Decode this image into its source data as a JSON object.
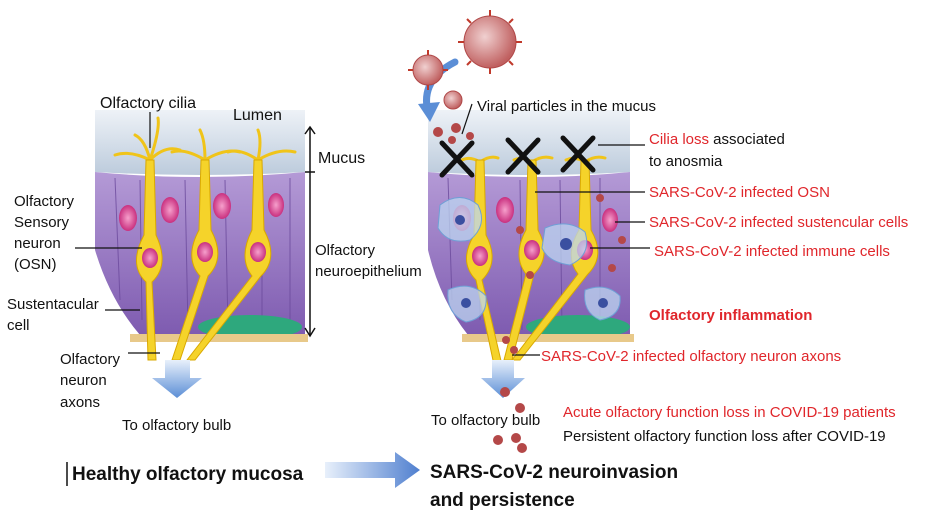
{
  "left": {
    "olfactory_cilia": "Olfactory cilia",
    "lumen": "Lumen",
    "mucus": "Mucus",
    "osn_l1": "Olfactory",
    "osn_l2": "Sensory",
    "osn_l3": "neuron",
    "osn_l4": "(OSN)",
    "neuroepi_l1": "Olfactory",
    "neuroepi_l2": "neuroepithelium",
    "sust_l1": "Sustentacular",
    "sust_l2": "cell",
    "axons_l1": "Olfactory",
    "axons_l2": "neuron",
    "axons_l3": "axons",
    "to_bulb": "To olfactory bulb",
    "caption": "Healthy olfactory mucosa"
  },
  "right": {
    "viral_particles": "Viral particles in the mucus",
    "cilia_loss_red": "Cilia loss",
    "cilia_loss_rest": " associated",
    "to_anosmia": "to anosmia",
    "infected_osn": "SARS-CoV-2 infected OSN",
    "infected_sust": "SARS-CoV-2 infected sustencular cells",
    "infected_immune": "SARS-CoV-2 infected immune cells",
    "inflammation": "Olfactory inflammation",
    "infected_axons": "SARS-CoV-2 infected olfactory neuron axons",
    "to_bulb": "To olfactory bulb",
    "acute_loss": "Acute olfactory function loss in COVID-19 patients",
    "persistent_loss": "Persistent olfactory function loss after COVID-19",
    "caption_l1": "SARS-CoV-2 neuroinvasion",
    "caption_l2": "and persistence"
  },
  "colors": {
    "mucus": "#c9d6e4",
    "cilia_yellow": "#f0c419",
    "neuron_yellow": "#f5d32a",
    "epithelium_purple": "#9a78c4",
    "nucleus_pink": "#e2479a",
    "basal_green": "#2ea87d",
    "arrow_blue": "#5b8ed6",
    "virus_red": "#c0392b",
    "label_red": "#e0262b"
  }
}
